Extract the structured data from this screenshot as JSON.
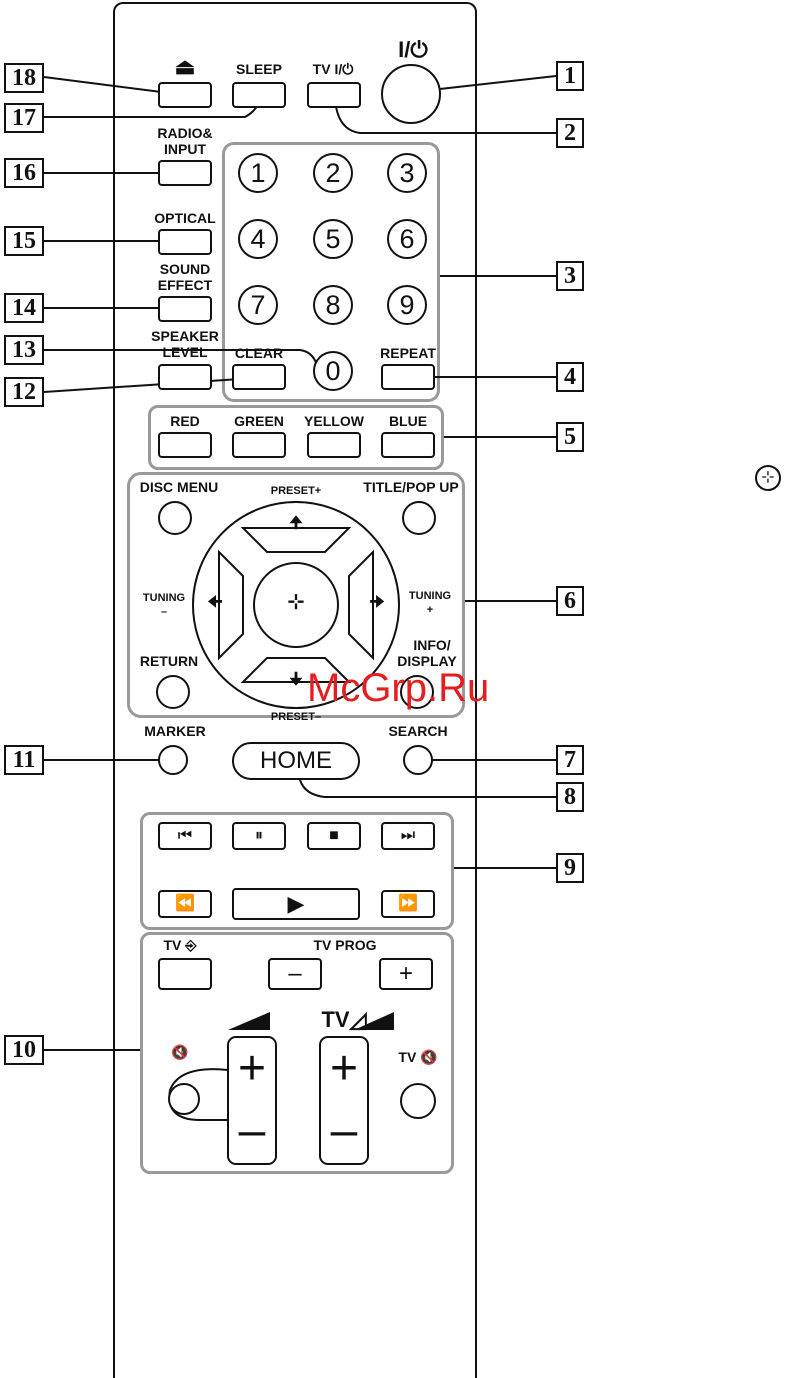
{
  "callouts": {
    "c1": "1",
    "c2": "2",
    "c3": "3",
    "c4": "4",
    "c5": "5",
    "c6": "6",
    "c7": "7",
    "c8": "8",
    "c9": "9",
    "c10": "10",
    "c11": "11",
    "c12": "12",
    "c13": "13",
    "c14": "14",
    "c15": "15",
    "c16": "16",
    "c17": "17",
    "c18": "18"
  },
  "top": {
    "eject_glyph": "⏏",
    "sleep": "SLEEP",
    "tv_power": "TV I/⏻",
    "power": "I/⏻"
  },
  "left": {
    "radio_input": [
      "RADIO&",
      "INPUT"
    ],
    "optical": "OPTICAL",
    "sound_effect": [
      "SOUND",
      "EFFECT"
    ],
    "speaker_level": [
      "SPEAKER",
      "LEVEL"
    ],
    "clear": "CLEAR"
  },
  "numpad": [
    "1",
    "2",
    "3",
    "4",
    "5",
    "6",
    "7",
    "8",
    "9",
    "0"
  ],
  "repeat": "REPEAT",
  "colors": {
    "red": "RED",
    "green": "GREEN",
    "yellow": "YELLOW",
    "blue": "BLUE"
  },
  "nav": {
    "disc_menu": "DISC MENU",
    "preset_plus": "PRESET+",
    "title_popup": "TITLE/POP UP",
    "tuning_minus": [
      "TUNING",
      "–"
    ],
    "tuning_plus": [
      "TUNING",
      "+"
    ],
    "return": "RETURN",
    "info_display": [
      "INFO/",
      "DISPLAY"
    ],
    "preset_minus": "PRESET–",
    "up": "🠉",
    "down": "🠋",
    "left": "🠈",
    "right": "🠊",
    "enter": "⊹"
  },
  "marker": "MARKER",
  "search": "SEARCH",
  "home": "HOME",
  "transport": {
    "prev": "⏮",
    "pause": "⏸",
    "stop": "■",
    "next": "⏭",
    "rewind": "⏪",
    "play": "▶",
    "ffwd": "⏩"
  },
  "tv": {
    "input": "TV ⎆",
    "prog": "TV PROG",
    "minus": "–",
    "plus": "+",
    "vol_tv": "TV◿",
    "mute_glyph": "🔇",
    "tv_mute": "TV 🔇"
  },
  "watermark": "McGrp.Ru",
  "side_symbol": "⊹"
}
